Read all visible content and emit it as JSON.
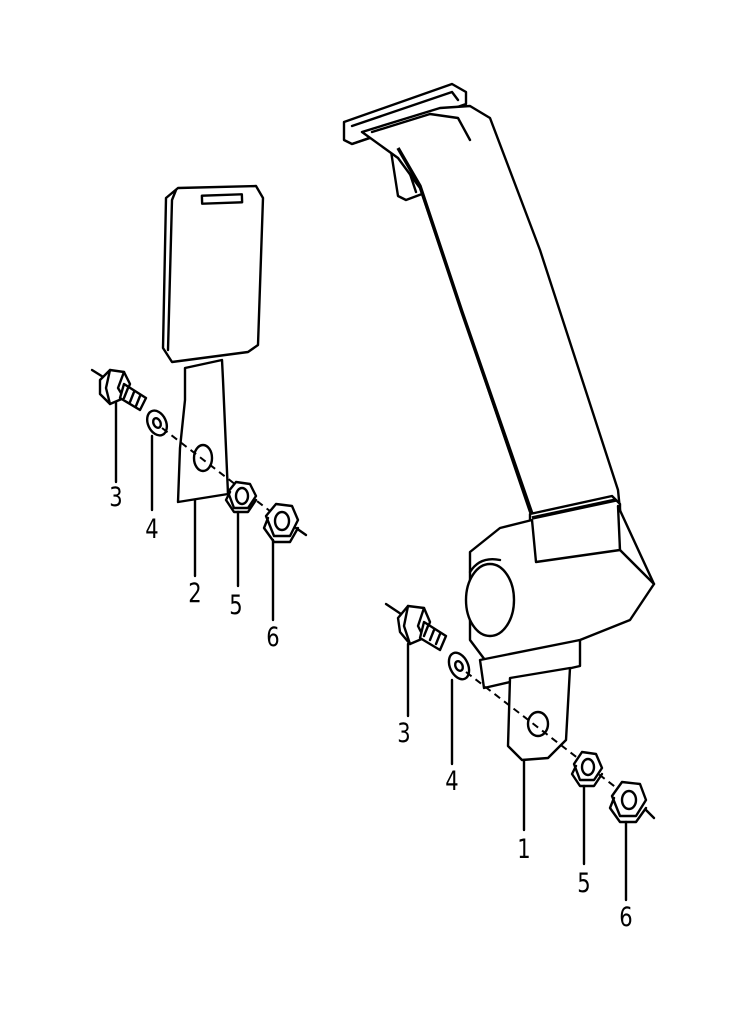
{
  "diagram": {
    "callouts": {
      "left_3": "3",
      "left_4": "4",
      "left_2": "2",
      "left_5": "5",
      "left_6": "6",
      "right_3": "3",
      "right_4": "4",
      "right_1": "1",
      "right_5": "5",
      "right_6": "6"
    }
  }
}
